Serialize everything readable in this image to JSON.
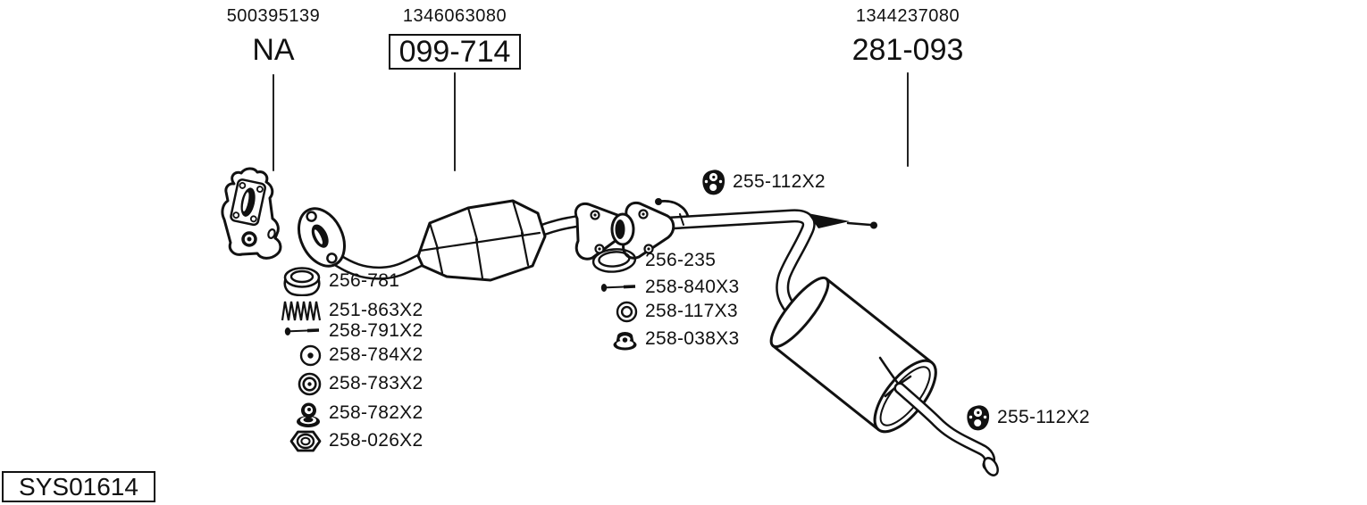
{
  "colors": {
    "ink": "#111111",
    "background": "#ffffff"
  },
  "sections": [
    {
      "ref": "500395139",
      "label": "NA",
      "boxed": false
    },
    {
      "ref": "1346063080",
      "label": "099-714",
      "boxed": true
    },
    {
      "ref": "1344237080",
      "label": "281-093",
      "boxed": false
    }
  ],
  "parts_left": [
    {
      "icon": "ring-gasket",
      "number": "256-781"
    },
    {
      "icon": "spring",
      "number": "251-863X2"
    },
    {
      "icon": "bolt",
      "number": "258-791X2"
    },
    {
      "icon": "washer-dot",
      "number": "258-784X2"
    },
    {
      "icon": "grommet",
      "number": "258-783X2"
    },
    {
      "icon": "mount-stack",
      "number": "258-782X2"
    },
    {
      "icon": "hex-nut",
      "number": "258-026X2"
    }
  ],
  "parts_middle": [
    {
      "icon": "sealing-ring",
      "number": "256-235"
    },
    {
      "icon": "bolt",
      "number": "258-840X3"
    },
    {
      "icon": "washer",
      "number": "258-117X3"
    },
    {
      "icon": "flange-nut",
      "number": "258-038X3"
    }
  ],
  "hangers": [
    {
      "icon": "rubber-hanger",
      "number": "255-112X2"
    },
    {
      "icon": "rubber-hanger",
      "number": "255-112X2"
    }
  ],
  "diagram_code": "SYS01614"
}
